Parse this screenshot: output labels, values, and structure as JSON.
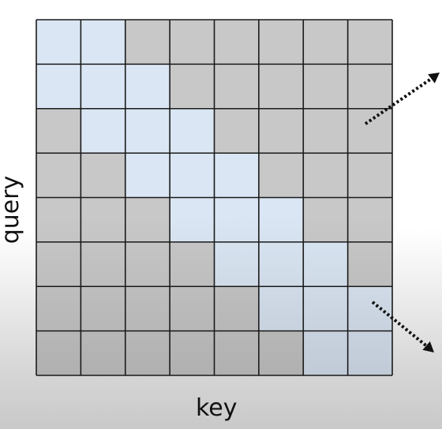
{
  "diagram": {
    "type": "attention-mask-grid",
    "rows": 8,
    "cols": 8,
    "x_label": "key",
    "y_label": "query",
    "colors": {
      "active_cell": "#dbe6f4",
      "inactive_cell": "#c8c8c8",
      "grid_line": "#1a1a1a",
      "arrow": "#111111"
    },
    "mask": [
      [
        1,
        1,
        0,
        0,
        0,
        0,
        0,
        0
      ],
      [
        1,
        1,
        1,
        0,
        0,
        0,
        0,
        0
      ],
      [
        0,
        1,
        1,
        1,
        0,
        0,
        0,
        0
      ],
      [
        0,
        0,
        1,
        1,
        1,
        0,
        0,
        0
      ],
      [
        0,
        0,
        0,
        1,
        1,
        1,
        0,
        0
      ],
      [
        0,
        0,
        0,
        0,
        1,
        1,
        1,
        0
      ],
      [
        0,
        0,
        0,
        0,
        0,
        1,
        1,
        1
      ],
      [
        0,
        0,
        0,
        0,
        0,
        0,
        1,
        1
      ]
    ],
    "arrows": [
      {
        "name": "arrow-up-right",
        "style": "dotted",
        "direction": "up-right"
      },
      {
        "name": "arrow-down-right",
        "style": "dotted",
        "direction": "down-right"
      }
    ]
  }
}
